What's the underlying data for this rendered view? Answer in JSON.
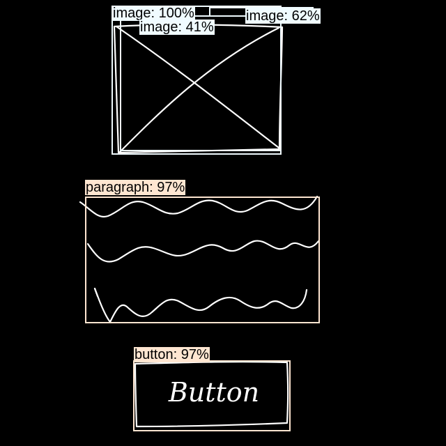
{
  "detections": [
    {
      "id": "image-100",
      "label": "image: 100%"
    },
    {
      "id": "image-62",
      "label": "image: 62%"
    },
    {
      "id": "image-41",
      "label": "image: 41%"
    },
    {
      "id": "paragraph-97",
      "label": "paragraph: 97%"
    },
    {
      "id": "button-97",
      "label": "button: 97%"
    }
  ],
  "sketch": {
    "button_text": "Button"
  },
  "colors": {
    "background": "#000000",
    "image_box": "#f0fbff",
    "text_box": "#ffe6d1",
    "sketch_stroke": "#ffffff"
  }
}
